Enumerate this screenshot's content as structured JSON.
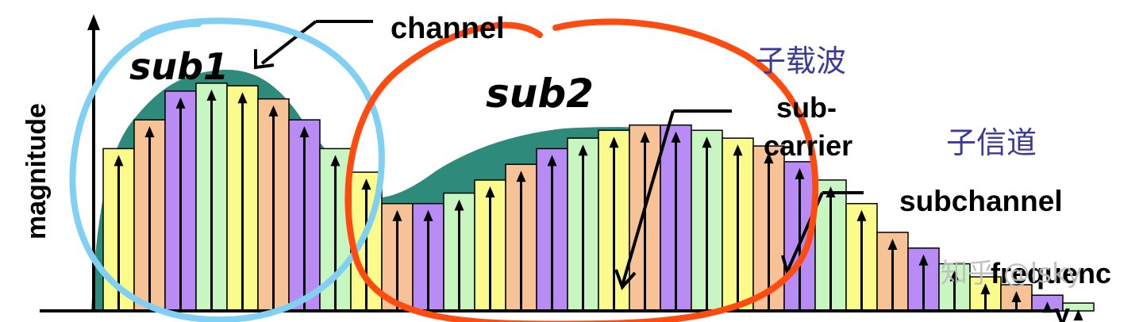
{
  "labels": {
    "y_axis": "magnitude",
    "channel": "channel",
    "subcarrier_cn": "子载波",
    "subcarrier_line1": "sub-",
    "subcarrier_line2": "carrier",
    "subchannel_cn": "子信道",
    "subchannel": "subchannel",
    "frequency": "frequenc",
    "y_tick": "y"
  },
  "annotations": {
    "sub1": "sub1",
    "sub2": "sub2",
    "sub1_circle_color": "#7fd0f2",
    "sub2_circle_color": "#ff4a10"
  },
  "watermark": "知乎 @lsky",
  "colors": {
    "envelope": "#2e8b7c",
    "yellow": "#fbfb8c",
    "orange": "#f7c396",
    "purple": "#b98cf5",
    "green": "#c8f6c0"
  },
  "chart_data": {
    "type": "bar",
    "series_note": "subcarrier magnitudes (relative), color cycle yellow/orange/purple/green",
    "values": [
      0.62,
      0.73,
      0.84,
      0.87,
      0.86,
      0.81,
      0.73,
      0.62,
      0.53,
      0.41,
      0.41,
      0.45,
      0.5,
      0.56,
      0.62,
      0.66,
      0.69,
      0.71,
      0.71,
      0.69,
      0.66,
      0.63,
      0.57,
      0.5,
      0.41,
      0.3,
      0.24,
      0.18,
      0.13,
      0.1,
      0.06,
      0.03
    ],
    "color_cycle": [
      "yellow",
      "orange",
      "purple",
      "green"
    ]
  }
}
